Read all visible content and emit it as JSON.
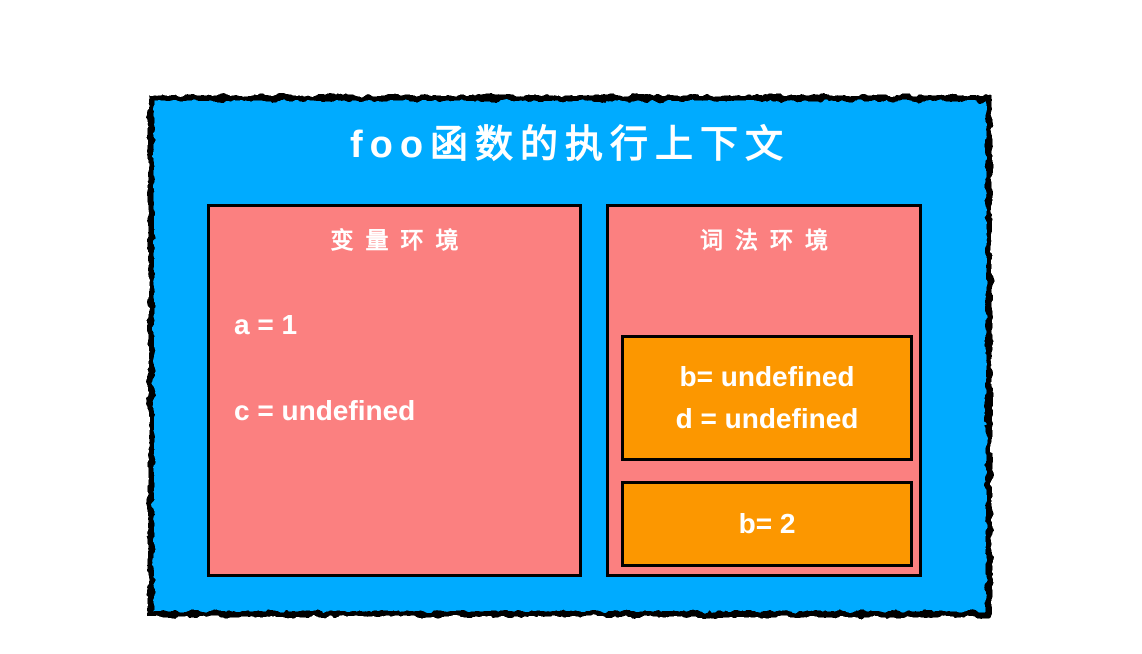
{
  "diagram": {
    "title": "foo函数的执行上下文",
    "colors": {
      "page_background": "#ffffff",
      "container_fill": "#00ABFF",
      "environment_fill": "#FB8080",
      "scope_block_fill": "#FC9700",
      "border": "#000000",
      "text": "#ffffff"
    },
    "variable_environment": {
      "title": "变量环境",
      "entries": [
        "a = 1",
        "c = undefined"
      ]
    },
    "lexical_environment": {
      "title": "词法环境",
      "blocks": [
        {
          "lines": [
            "b= undefined",
            "d = undefined"
          ]
        },
        {
          "lines": [
            "b= 2"
          ]
        }
      ]
    }
  }
}
